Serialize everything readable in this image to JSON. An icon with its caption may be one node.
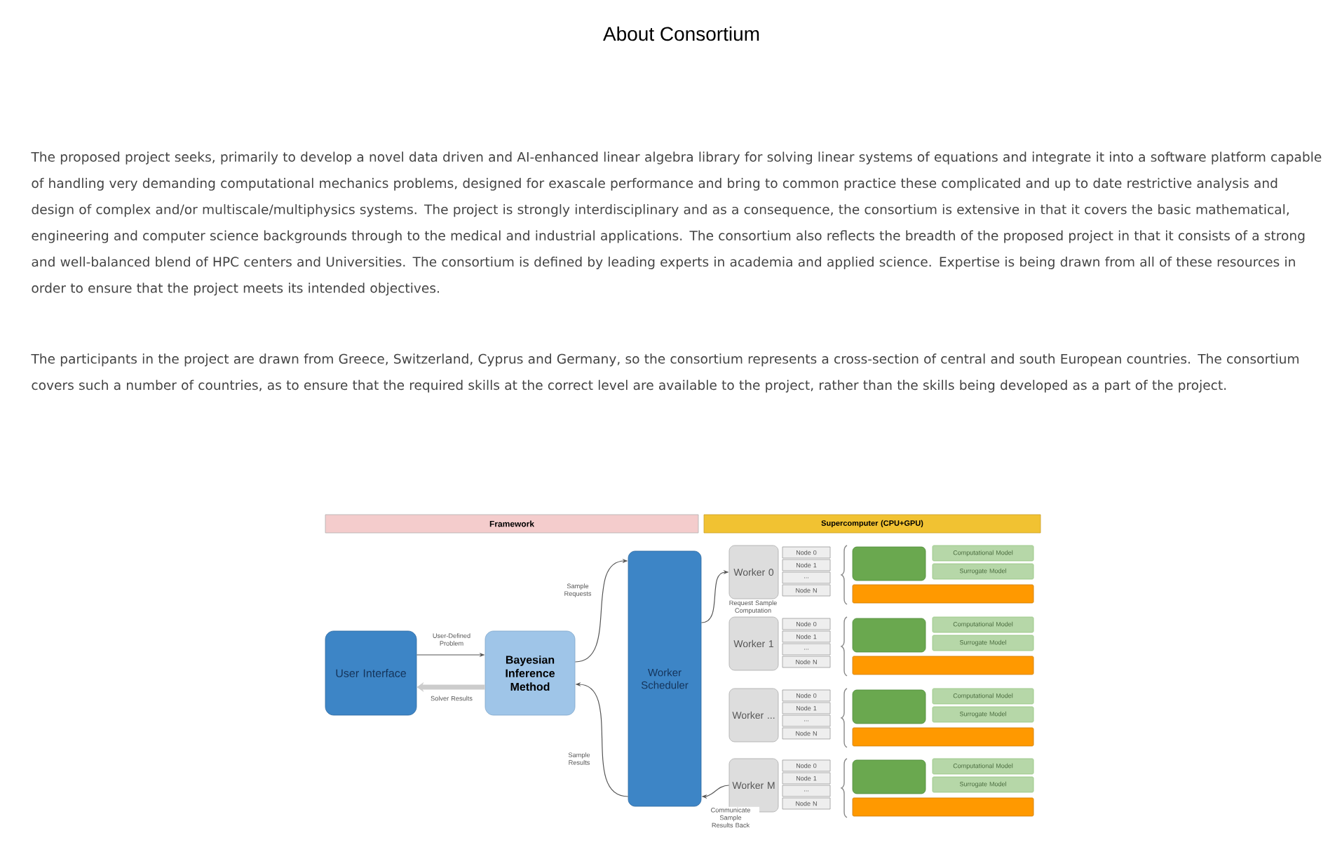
{
  "diagram": {
    "title": "About Consortium",
    "nodes": [
      {
        "text": [
          "Framework"
        ]
      },
      {
        "text": [
          "Supercomputer (CPU+GPU)"
        ]
      },
      {
        "text": [
          "User Interface"
        ]
      },
      {
        "text": [
          "Bayesian Inference Method"
        ]
      },
      {
        "text": [
          "Worker Scheduler"
        ]
      },
      {
        "text": [
          "Worker 0"
        ]
      },
      {
        "text": [
          "Node 0"
        ]
      },
      {
        "text": [
          "Node 1"
        ]
      },
      {
        "text": [
          "..."
        ]
      },
      {
        "text": [
          "Node N"
        ]
      },
      {
        "text": [],
        "shape": "box"
      },
      {
        "text": [
          "Computational Model"
        ]
      },
      {
        "text": [
          "Surrogate Model"
        ]
      },
      {
        "text": [],
        "shape": "box"
      },
      {
        "text": [
          "Worker 1"
        ]
      },
      {
        "text": [
          "Node 0"
        ]
      },
      {
        "text": [
          "Node 1"
        ]
      },
      {
        "text": [
          "..."
        ]
      },
      {
        "text": [
          "Node N"
        ]
      },
      {
        "text": [],
        "shape": "box"
      },
      {
        "text": [
          "Computational Model"
        ]
      },
      {
        "text": [
          "Surrogate Model"
        ]
      },
      {
        "text": [],
        "shape": "box"
      },
      {
        "text": [
          "Worker ..."
        ]
      },
      {
        "text": [
          "Node 0"
        ]
      },
      {
        "text": [
          "Node 1"
        ]
      },
      {
        "text": [
          "..."
        ]
      },
      {
        "text": [
          "Node N"
        ]
      },
      {
        "text": [],
        "shape": "box"
      },
      {
        "text": [
          "Computational Model"
        ]
      },
      {
        "text": [
          "Surrogate Model"
        ]
      },
      {
        "text": [],
        "shape": "box"
      },
      {
        "text": [
          "Worker M"
        ]
      },
      {
        "text": [
          "Node 0"
        ]
      },
      {
        "text": [
          "Node 1"
        ]
      },
      {
        "text": [
          "..."
        ]
      },
      {
        "text": [
          "Node N"
        ]
      },
      {
        "text": [],
        "shape": "box"
      },
      {
        "text": [
          "Computational Model"
        ]
      },
      {
        "text": [
          "Surrogate Model"
        ]
      },
      {
        "text": [],
        "shape": "box"
      }
    ],
    "edges": [
      {
        "from": 2,
        "to": 3,
        "arrow": "to",
        "label": "User-Defined Problem"
      },
      {
        "from": 3,
        "to": 2,
        "arrow": "to",
        "label": "Solver Results",
        "style": "thick",
        "color": "#cccccc"
      },
      {
        "from": 3,
        "to": 4,
        "arrow": "to",
        "label": "Sample Requests"
      },
      {
        "from": 4,
        "to": 3,
        "arrow": "to",
        "label": "Sample Results"
      },
      {
        "from": 4,
        "to": 5,
        "arrow": "to",
        "label": "Request Sample Computation"
      },
      {
        "from": 32,
        "to": 4,
        "arrow": "to",
        "label": "Communicate Sample Results Back"
      }
    ],
    "labels": [
      "The proposed project seeks, primarily to develop a novel data driven and AI-enhanced linear algebra library for solving linear systems of equations and integrate it into a software platform capable of handling very demanding computational mechanics problems, designed for exascale performance and bring to common practice these complicated and up to date restrictive analysis and design of complex and/or multiscale/multiphysics systems. The project is strongly interdisciplinary and as a consequence, the consortium is extensive in that it covers the basic mathematical, engineering and computer science backgrounds through to the medical and industrial applications. The consortium also reflects the breadth of the proposed project in that it consists of a strong and well-balanced blend of HPC centers and Universities. The consortium is defined by leading experts in academia and applied science. Expertise is being drawn from all of these resources in order to ensure that the project meets its intended objectives.",
      "The participants in the project are drawn from Greece, Switzerland, Cyprus and Germany, so the consortium represents a cross-section of central and south European countries. The consortium covers such a number of countries, as to ensure that the required skills at the correct level are available to the project, rather than the skills being developed as a part of the project."
    ]
  }
}
